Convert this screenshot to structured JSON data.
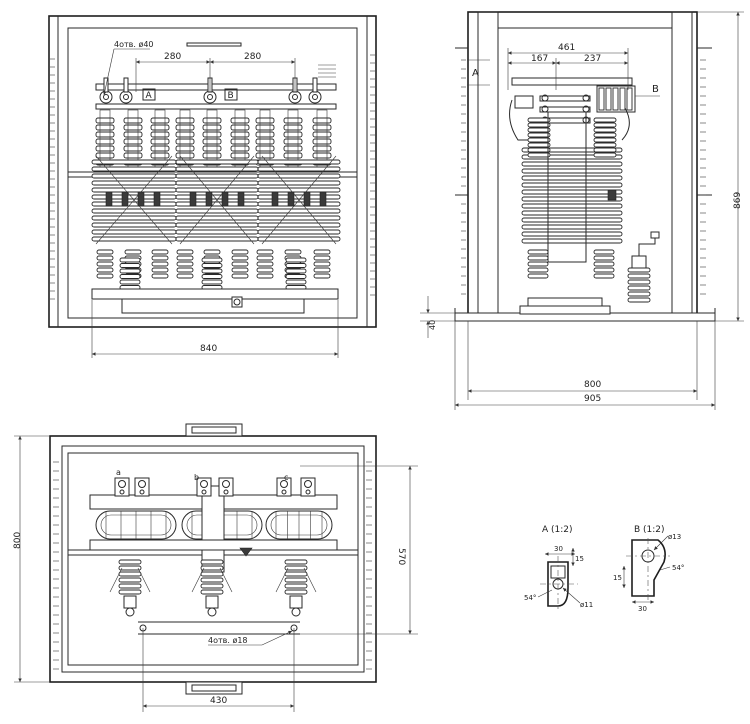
{
  "front_view": {
    "holes_callout": "4отв. ø40",
    "dim_spacing_1": "280",
    "dim_spacing_2": "280",
    "dim_width": "840",
    "marker_a": "A",
    "marker_b": "B"
  },
  "side_view": {
    "marker_a": "A",
    "marker_b": "B",
    "dim_top_total": "461",
    "dim_top_left": "167",
    "dim_top_right": "237",
    "dim_height": "869",
    "dim_base": "40",
    "dim_inner_width": "800",
    "dim_outer_width": "905"
  },
  "plan_view": {
    "dim_depth": "800",
    "dim_mount_depth": "570",
    "dim_mount_width": "430",
    "holes_callout": "4отв. ø18",
    "phase_labels": [
      "a",
      "b",
      "c"
    ]
  },
  "detail_a": {
    "title": "A (1:2)",
    "dim_width": "30",
    "dim_height": "15",
    "dim_angle": "54°",
    "dim_hole": "ø11"
  },
  "detail_b": {
    "title": "B (1:2)",
    "dim_hole": "ø13",
    "dim_height": "15",
    "dim_angle": "54°",
    "dim_width": "30"
  }
}
